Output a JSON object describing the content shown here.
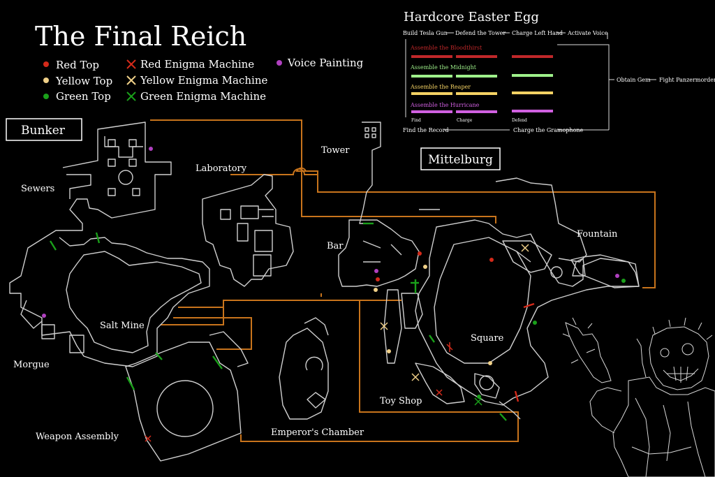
{
  "title": "The Final Reich",
  "legend": {
    "red_top": "Red Top",
    "yellow_top": "Yellow Top",
    "green_top": "Green Top",
    "red_enigma": "Red Enigma Machine",
    "yellow_enigma": "Yellow Enigma Machine",
    "green_enigma": "Green Enigma Machine",
    "voice_painting": "Voice Painting"
  },
  "colors": {
    "red": "#d42a1a",
    "yellow": "#f0d088",
    "green": "#1aa01a",
    "purple": "#b040c0",
    "route": "#c8741c",
    "bloodthirst": "#c0282a",
    "midnight": "#9ef08a",
    "reaper": "#f4d264",
    "hurricane": "#d060e0"
  },
  "zones": {
    "bunker": "Bunker",
    "mittelburg": "Mittelburg"
  },
  "areas": {
    "sewers": "Sewers",
    "laboratory": "Laboratory",
    "tower": "Tower",
    "bar": "Bar",
    "fountain": "Fountain",
    "salt_mine": "Salt Mine",
    "morgue": "Morgue",
    "square": "Square",
    "toy_shop": "Toy Shop",
    "weapon_assembly": "Weapon Assembly",
    "emperors_chamber": "Emperor's Chamber"
  },
  "easter_egg": {
    "title": "Hardcore Easter Egg",
    "build_tesla_gun": "Build Tesla Gun",
    "defend_the_tower": "Defend the Tower",
    "charge_left_hand": "Charge Left Hand",
    "activate_voice": "Activate Voice",
    "obtain_gem": "Obtain Gem",
    "fight_panzermorder": "Fight Panzermorder",
    "find_the_record": "Find the Record",
    "charge_the_gramophone": "Charge the Gramophone",
    "swords": [
      {
        "label": "Assemble the Bloodthirst",
        "color_key": "bloodthirst"
      },
      {
        "label": "Assemble the Midnight",
        "color_key": "midnight"
      },
      {
        "label": "Assemble the Reaper",
        "color_key": "reaper"
      },
      {
        "label": "Assemble the Hurricane",
        "color_key": "hurricane"
      }
    ],
    "column_labels": {
      "find": "Find",
      "charge": "Charge",
      "defend": "Defend"
    }
  },
  "icons": {
    "top": "dot-icon",
    "enigma": "cross-icon",
    "voice_painting": "dot-icon"
  }
}
